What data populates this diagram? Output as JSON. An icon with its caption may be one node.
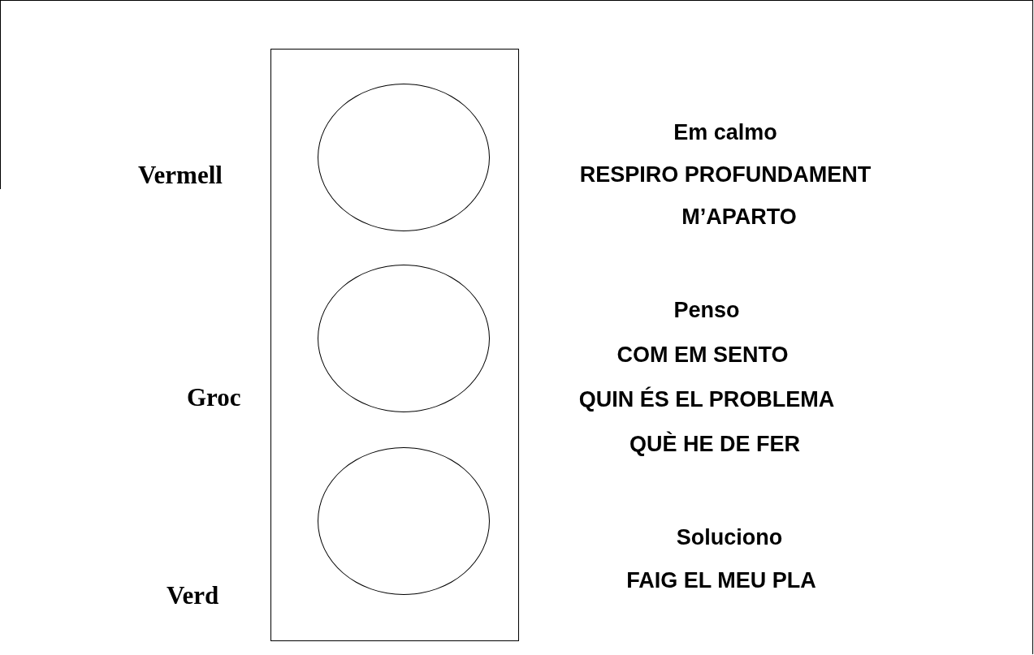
{
  "diagram": {
    "nodes": [
      {
        "text": [],
        "shape": "box"
      },
      {
        "text": [],
        "shape": "circle",
        "in": 0,
        "beside": [
          "Vermell",
          "Em calmo",
          "RESPIRO PROFUNDAMENT",
          "M’APARTO"
        ]
      },
      {
        "text": [],
        "shape": "circle",
        "in": 0,
        "beside": [
          "Groc",
          "Penso",
          "COM EM SENTO",
          "QUIN ÉS EL PROBLEMA",
          "QUÈ HE DE FER"
        ]
      },
      {
        "text": [],
        "shape": "circle",
        "in": 0,
        "beside": [
          "Verd",
          "Soluciono",
          "FAIG EL MEU PLA"
        ]
      }
    ]
  }
}
